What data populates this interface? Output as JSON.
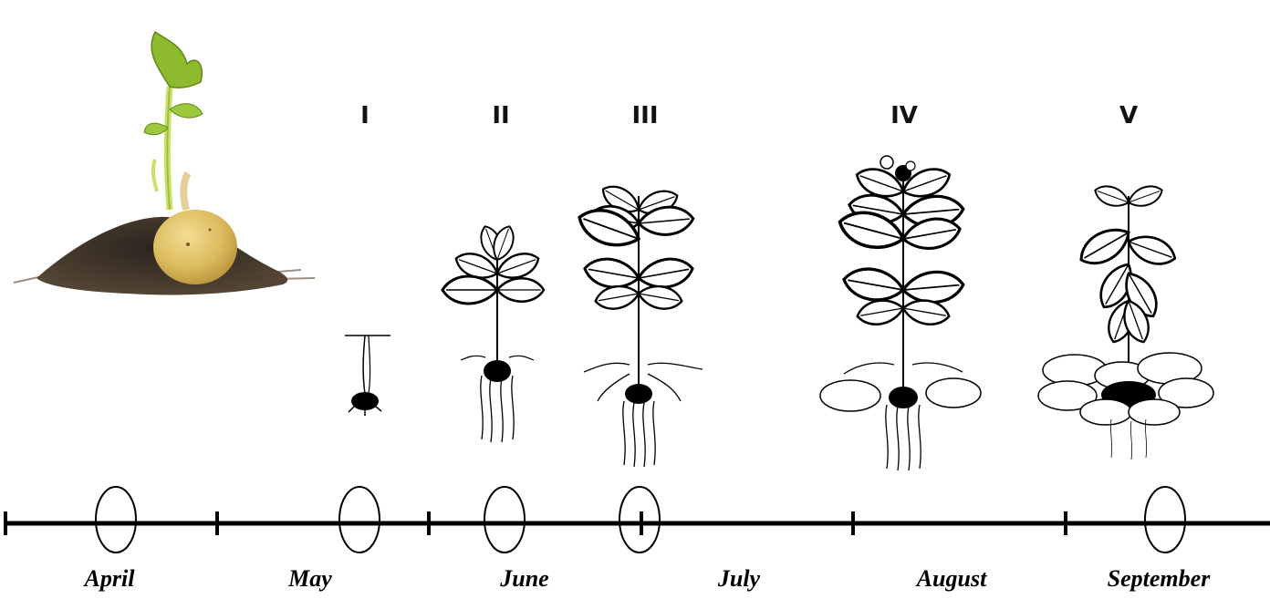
{
  "stages": [
    {
      "id": "stage-1",
      "label": "I"
    },
    {
      "id": "stage-2",
      "label": "II"
    },
    {
      "id": "stage-3",
      "label": "III"
    },
    {
      "id": "stage-4",
      "label": "IV"
    },
    {
      "id": "stage-5",
      "label": "V"
    }
  ],
  "months": [
    "April",
    "May",
    "June",
    "July",
    "August",
    "September"
  ],
  "colors": {
    "ink": "#000000",
    "stem": "#c9e36a",
    "leaf": "#8dbb2d",
    "tuber": "#e4c56e",
    "soil": "#2c2118"
  }
}
